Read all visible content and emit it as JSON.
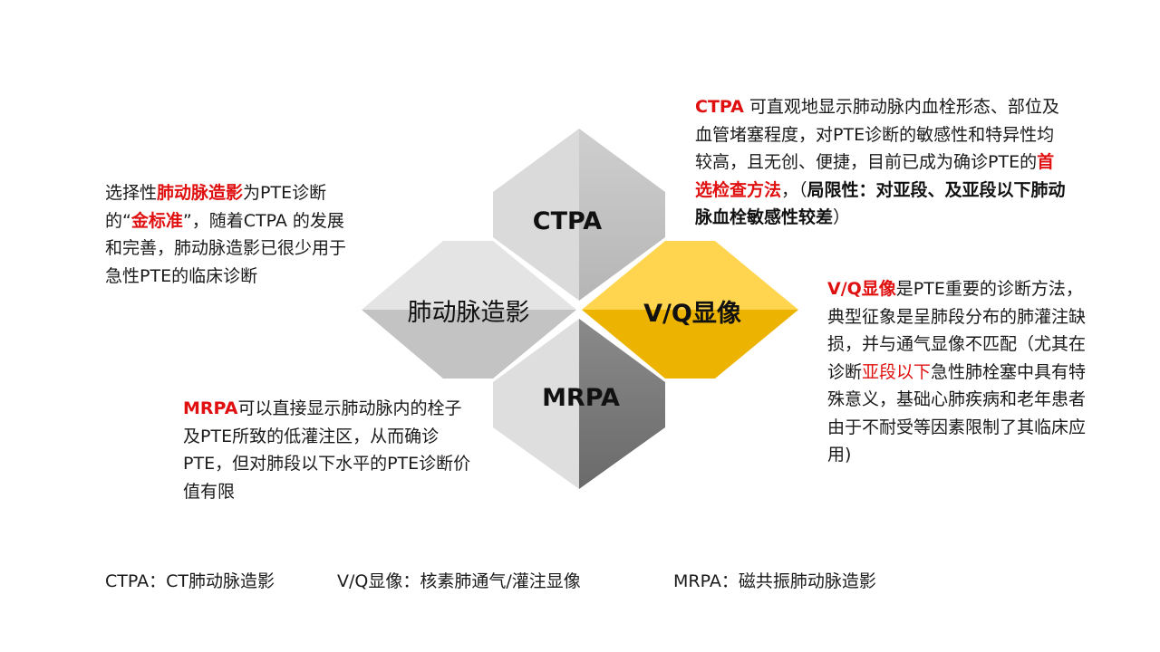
{
  "diagram": {
    "hexagons": {
      "top": "CTPA",
      "left": "肺动脉造影",
      "right": "V/Q显像",
      "bottom": "MRPA"
    }
  },
  "blocks": {
    "ctpa": {
      "lead": "CTPA",
      "t1": " 可直观地显示肺动脉内血栓形态、部位及血管堵塞程度，对PTE诊断的敏感性和特异性均较高，且无创、便捷，目前已成为确诊PTE的",
      "highlight": "首选检查方法",
      "t2": "，（",
      "bold": "局限性：对亚段、及亚段以下肺动脉血栓敏感性较差",
      "t3": "）"
    },
    "angio": {
      "t1": "选择性",
      "h1": "肺动脉造影",
      "t2": "为PTE诊断的“",
      "h2": "金标准",
      "t3": "”，随着CTPA 的发展和完善，肺动脉造影已很少用于急性PTE的临床诊断"
    },
    "vq": {
      "lead": "V/Q显像",
      "t1": "是PTE重要的诊断方法，典型征象是呈肺段分布的肺灌注缺损，并与通气显像不匹配（尤其在诊断",
      "highlight": "亚段以下",
      "t2": "急性肺栓塞中具有特殊意义，基础心肺疾病和老年患者由于不耐受等因素限制了其临床应用)"
    },
    "mrpa": {
      "lead": "MRPA",
      "t1": "可以直接显示肺动脉内的栓子及PTE所致的低灌注区，从而确诊PTE，但对肺段以下水平的PTE诊断价值有限"
    }
  },
  "legend": [
    "CTPA：CT肺动脉造影",
    "V/Q显像：核素肺通气/灌注显像",
    "MRPA：磁共振肺动脉造影"
  ],
  "colors": {
    "accent_red": "#e01010",
    "vq_gold": "#f5be00",
    "hex_gray_light": "#d8d8d8",
    "hex_gray_mid": "#c4c4c4",
    "hex_gray_dark": "#7a7a7a"
  }
}
